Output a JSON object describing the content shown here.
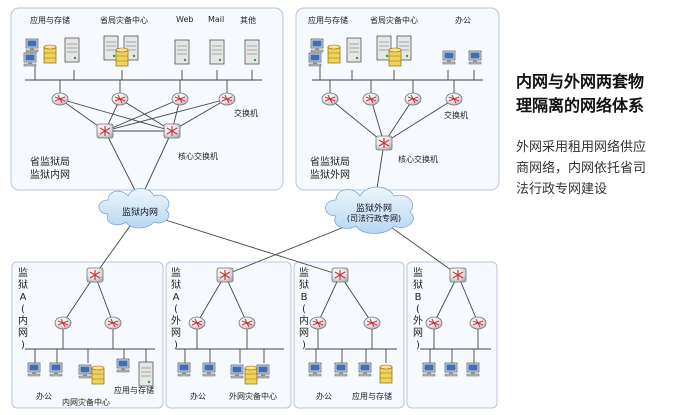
{
  "heading": {
    "line1": "内网与外网两套物",
    "line2": "理隔离的网络体系"
  },
  "description": {
    "line1": "外网采用租用网络供应",
    "line2": "商网络，内网依托省司",
    "line3": "法行政专网建设"
  },
  "top_left": {
    "servers": [
      "应用与存储",
      "省局灾备中心",
      "Web",
      "Mail",
      "其他"
    ],
    "switch_label": "交换机",
    "core_label": "核心交换机",
    "name_line1": "省监狱局",
    "name_line2": "监狱内网"
  },
  "top_right": {
    "servers": [
      "应用与存储",
      "省局灾备中心",
      "办公"
    ],
    "switch_label": "交换机",
    "core_label": "核心交换机",
    "name_line1": "省监狱局",
    "name_line2": "监狱外网"
  },
  "clouds": {
    "inner": "监狱内网",
    "outer_line1": "监狱外网",
    "outer_line2": "(司法行政专网)"
  },
  "prisons": [
    {
      "vertical": [
        "监",
        "狱",
        "A",
        "(",
        "内",
        "网",
        ")"
      ],
      "labels": [
        "办公",
        "内网灾备中心",
        "应用与存储"
      ]
    },
    {
      "vertical": [
        "监",
        "狱",
        "A",
        "(",
        "外",
        "网",
        ")"
      ],
      "labels": [
        "办公",
        "外网灾备中心"
      ]
    },
    {
      "vertical": [
        "监",
        "狱",
        "B",
        "(",
        "内",
        "网",
        ")"
      ],
      "labels": [
        "办公",
        "应用与存储"
      ]
    },
    {
      "vertical": [
        "监",
        "狱",
        "B",
        "(",
        "外",
        "网",
        ")"
      ],
      "labels": []
    }
  ],
  "colors": {
    "panel_border": "#b8c4dd",
    "panel_fill": "#f6f9fd",
    "router": "#cc3333",
    "cloud": "#cfe3f7",
    "line": "#444444"
  }
}
